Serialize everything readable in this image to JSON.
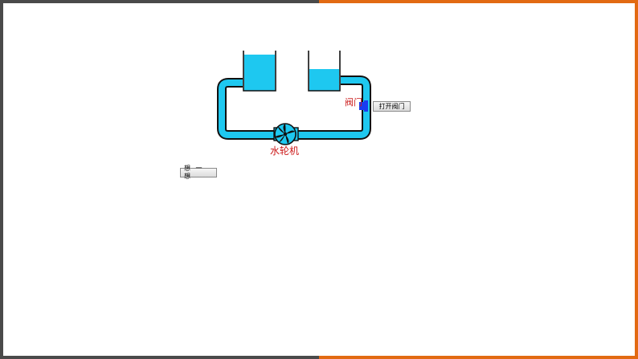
{
  "labels": {
    "valve": "阀门",
    "turbine": "水轮机"
  },
  "buttons": {
    "open_valve": "打开阀门",
    "think": "想 一 想"
  },
  "colors": {
    "water": "#1ec8f0",
    "outline": "#111111",
    "valve": "#1a3cf0",
    "label": "#cc1a1a",
    "frame_left": "#4a4a4a",
    "frame_right": "#e26a12"
  },
  "icons": {
    "turbine": "turbine-icon",
    "valve": "valve-icon"
  }
}
